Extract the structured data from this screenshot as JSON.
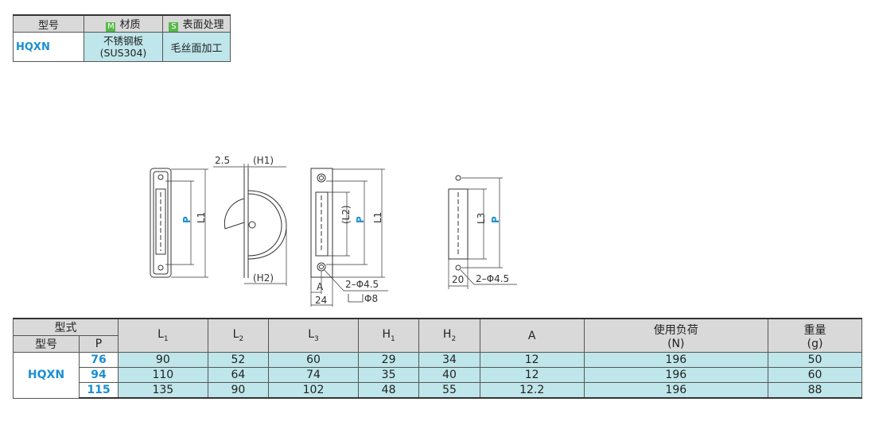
{
  "spec_table": {
    "headers": {
      "model": "型号",
      "material": "材质",
      "surface": "表面处理"
    },
    "badges": {
      "material": "M",
      "surface": "S"
    },
    "row": {
      "model": "HQXN",
      "material_line1": "不锈钢板",
      "material_line2": "(SUS304)",
      "surface": "毛丝面加工"
    }
  },
  "drawing_labels": {
    "front_p": "P",
    "front_l1": "L1",
    "side_dim_25": "2.5",
    "side_h1": "(H1)",
    "side_h2": "(H2)",
    "back_l2": "(L2)",
    "back_p": "P",
    "back_l1": "L1",
    "back_a": "A",
    "back_24": "24",
    "back_holes": "2–Φ4.5",
    "back_counterbore": "Φ8",
    "right_l3": "L3",
    "right_p": "P",
    "right_20": "20",
    "right_holes": "2–Φ4.5"
  },
  "data_table": {
    "group_header": "型式",
    "col_model": "型号",
    "col_p": "P",
    "cols": [
      {
        "base": "L",
        "sub": "1"
      },
      {
        "base": "L",
        "sub": "2"
      },
      {
        "base": "L",
        "sub": "3"
      },
      {
        "base": "H",
        "sub": "1"
      },
      {
        "base": "H",
        "sub": "2"
      },
      {
        "base": "A",
        "sub": ""
      }
    ],
    "load_header": "使用负荷",
    "load_unit": "(N)",
    "weight_header": "重量",
    "weight_unit": "(g)",
    "model": "HQXN",
    "rows": [
      {
        "p": "76",
        "l1": "90",
        "l2": "52",
        "l3": "60",
        "h1": "29",
        "h2": "34",
        "a": "12",
        "load": "196",
        "weight": "50"
      },
      {
        "p": "94",
        "l1": "110",
        "l2": "64",
        "l3": "74",
        "h1": "35",
        "h2": "40",
        "a": "12",
        "load": "196",
        "weight": "60"
      },
      {
        "p": "115",
        "l1": "135",
        "l2": "90",
        "l3": "102",
        "h1": "48",
        "h2": "55",
        "a": "12.2",
        "load": "196",
        "weight": "88"
      }
    ]
  }
}
